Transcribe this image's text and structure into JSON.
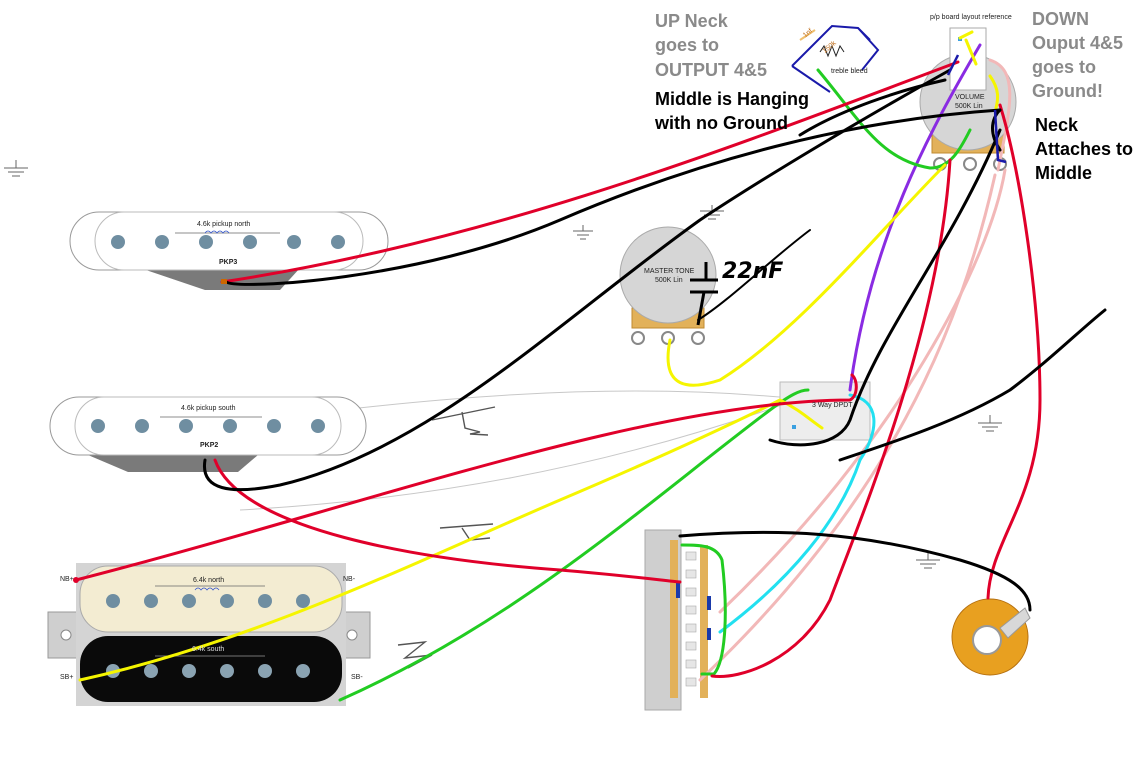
{
  "notes": {
    "up_neck": [
      "UP Neck",
      "goes to",
      "OUTPUT  4&5"
    ],
    "middle_hanging": [
      "Middle is Hanging",
      "with no Ground"
    ],
    "down": [
      "DOWN",
      "Ouput 4&5",
      "goes to",
      "Ground!"
    ],
    "neck_attaches": [
      "Neck",
      "Attaches to",
      "Middle"
    ]
  },
  "pickups": {
    "pkp3": {
      "label": "4.6k pickup north",
      "tag": "PKP3"
    },
    "pkp2": {
      "label": "4.6k pickup south",
      "tag": "PKP2"
    },
    "humbucker": {
      "north_label": "6.4k north",
      "south_label": "6.4k south",
      "nb_plus": "NB+",
      "nb_minus": "NB-",
      "sb_plus": "SB+",
      "sb_minus": "SB-"
    }
  },
  "controls": {
    "tone": {
      "line1": "MASTER TONE",
      "line2": "500K Lin"
    },
    "volume": {
      "line1": "VOLUME",
      "line2": "500K Lin"
    },
    "board_ref": "p/p board layout reference",
    "treble_bleed": {
      "cap": "1nf",
      "res": "150k",
      "label": "treble bleed"
    },
    "switch": "3 Way DPDT",
    "cap_annotation": "22nF"
  },
  "colors": {
    "red": "#e0002a",
    "black": "#000000",
    "yellow": "#f5f500",
    "green": "#22cc22",
    "purple": "#8a2be2",
    "cyan": "#22e0f0",
    "pink": "#f2b8b8",
    "blue": "#1a1aaa",
    "pot_orange": "#f2a020"
  }
}
